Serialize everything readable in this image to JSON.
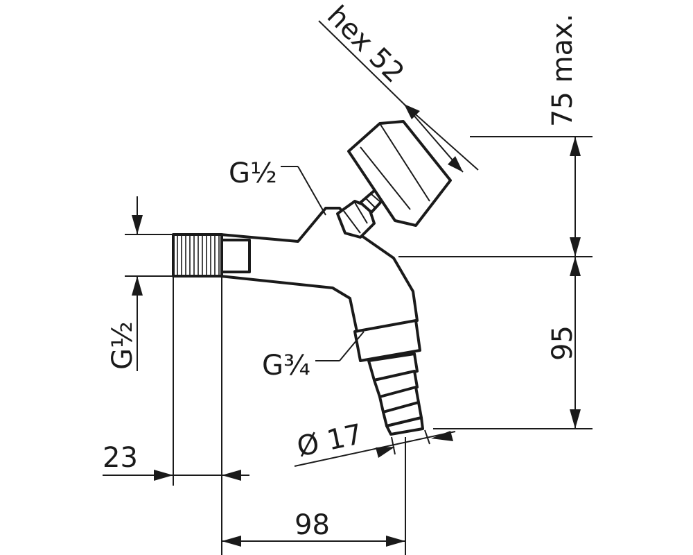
{
  "labels": {
    "hex": "hex 52",
    "max": "75 max.",
    "inlet_top": "G½",
    "inlet_left": "G½",
    "hose": "G¾",
    "dia": "Ø 17",
    "dim_95": "95",
    "dim_23": "23",
    "dim_98": "98"
  }
}
